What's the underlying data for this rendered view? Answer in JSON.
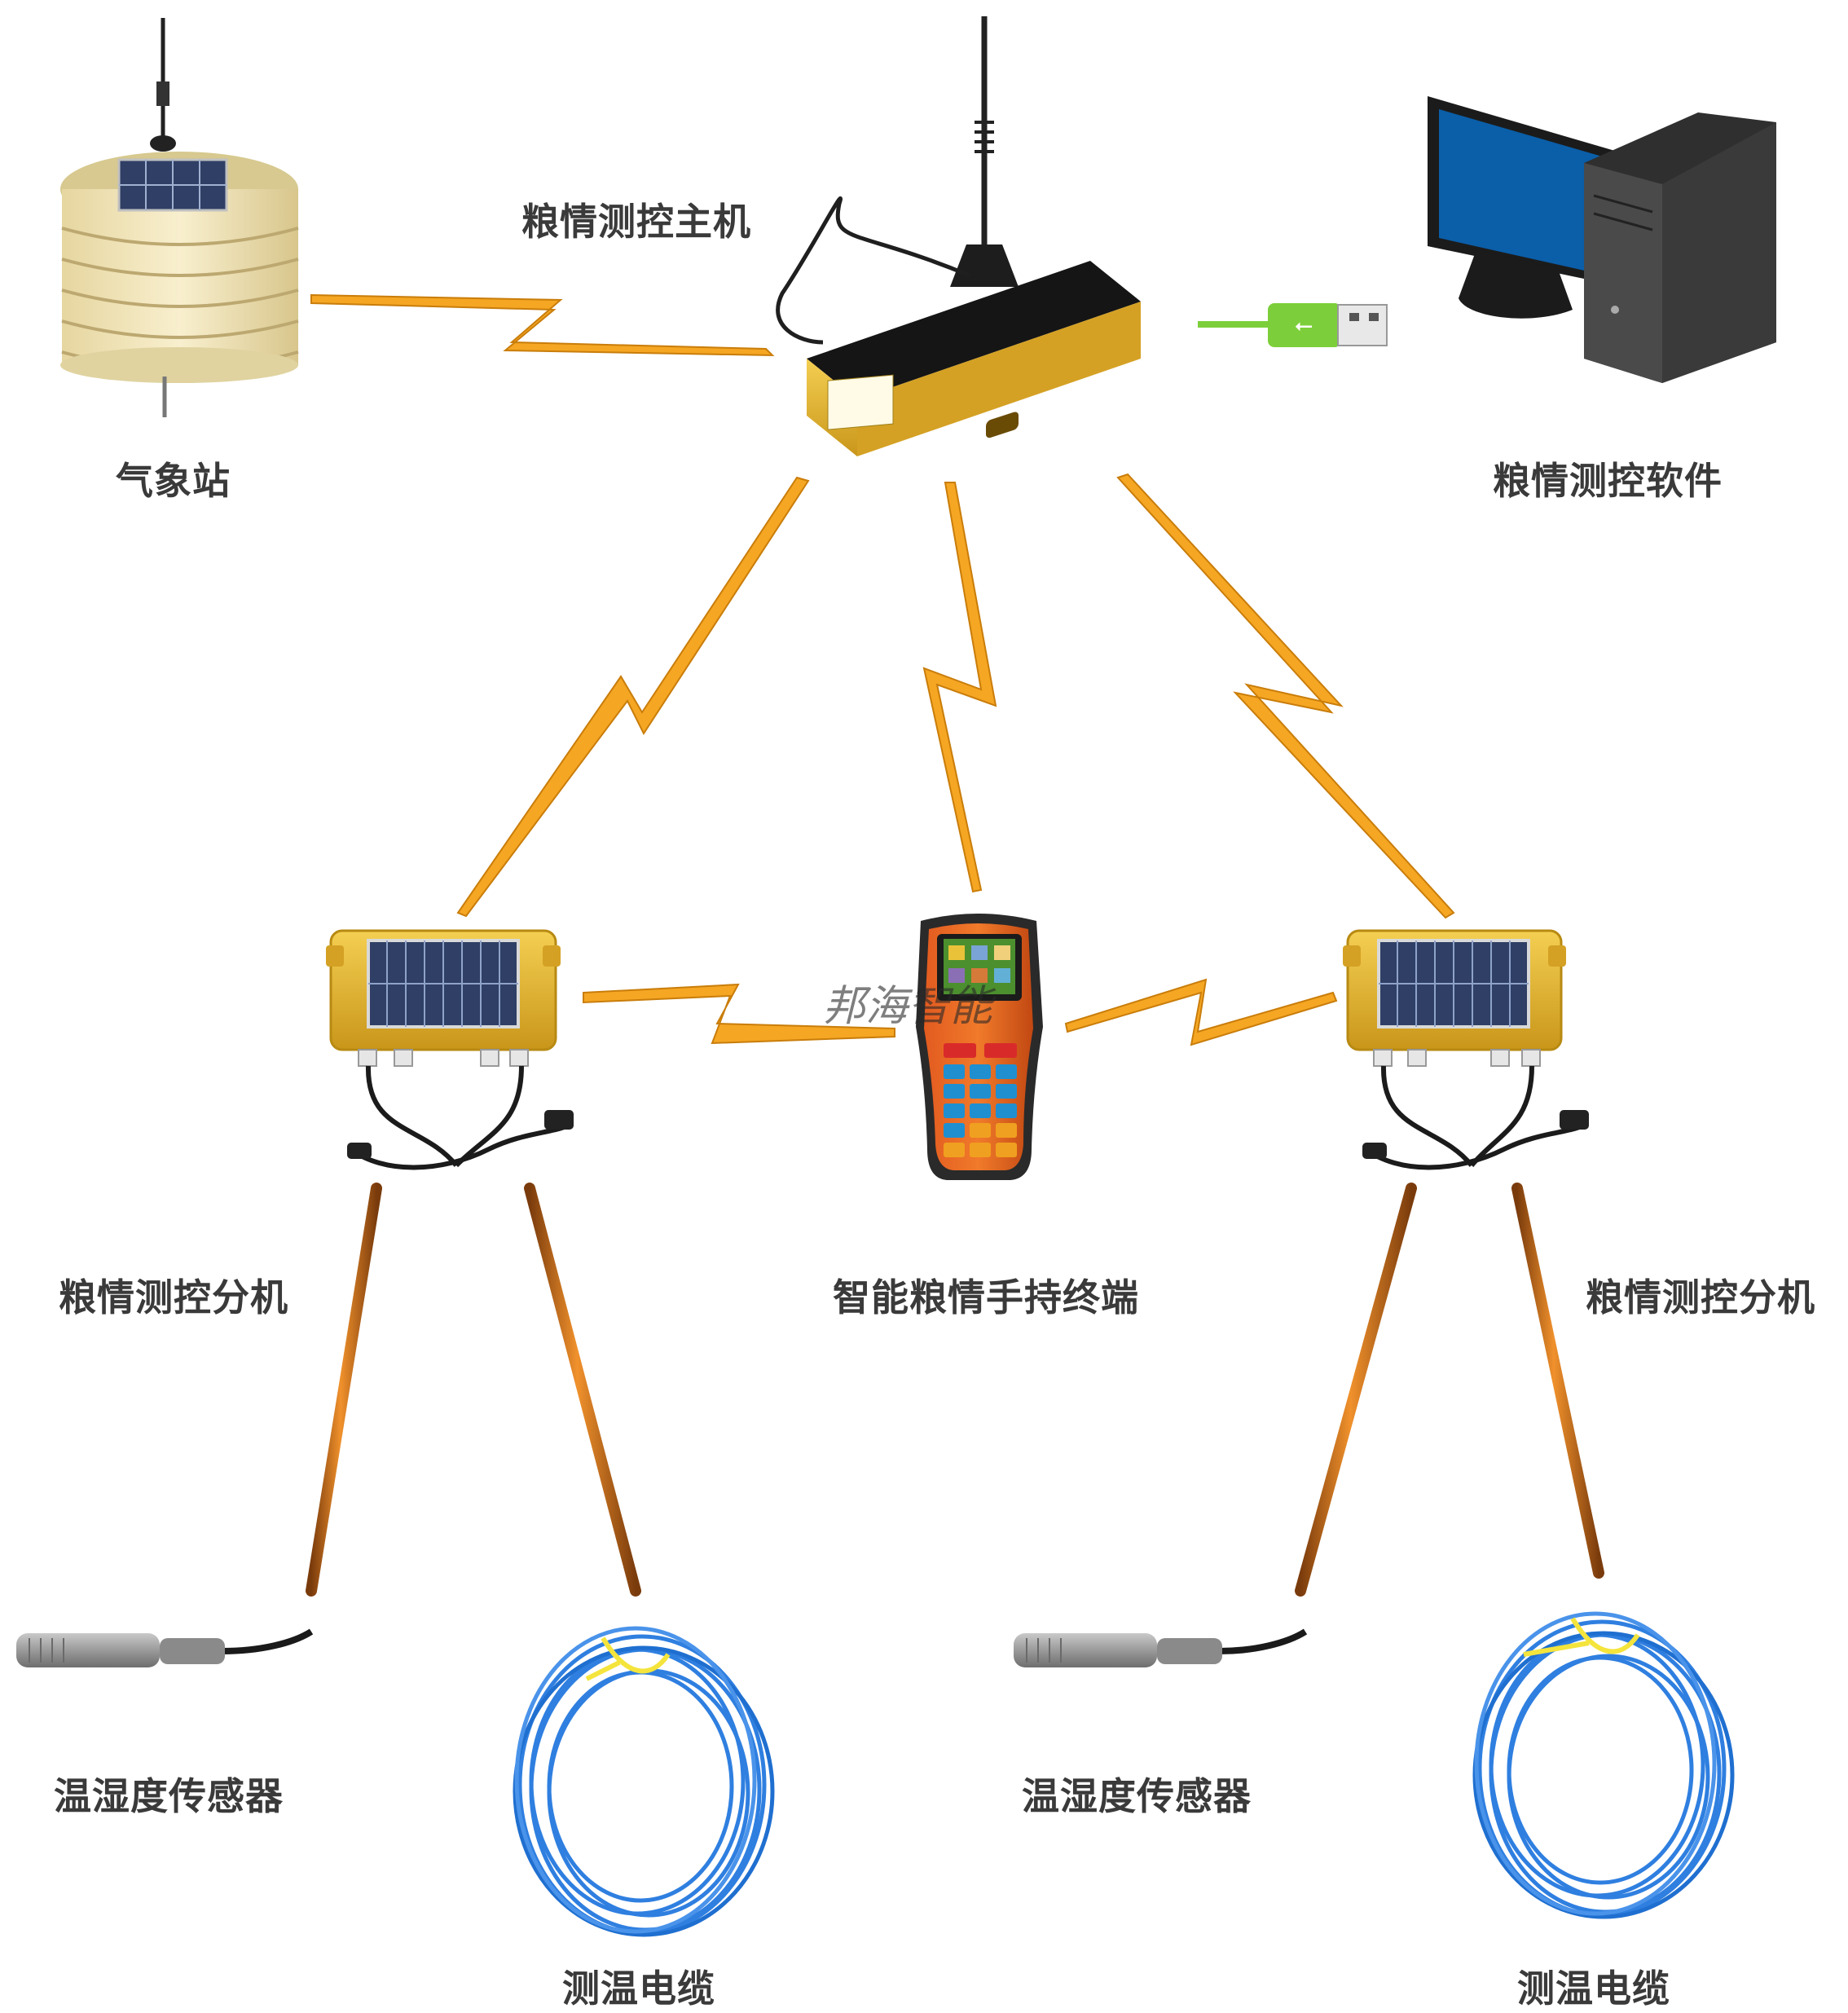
{
  "labels": {
    "weather_station": "气象站",
    "main_host": "粮情测控主机",
    "software": "粮情测控软件",
    "sub_host_left": "粮情测控分机",
    "handheld": "智能粮情手持终端",
    "sub_host_right": "粮情测控分机",
    "th_sensor_left": "温湿度传感器",
    "th_sensor_right": "温湿度传感器",
    "cable_left": "测温电缆",
    "cable_right": "测温电缆"
  },
  "watermark": "邦海智能",
  "colors": {
    "link": "#f5a623",
    "link_edge": "#c97d0a",
    "cable": "#e07a1f",
    "cable_dark": "#7a3b0c",
    "device_gold": "#e8b92b",
    "device_gold_dark": "#b88a12",
    "solar": "#2f3f66",
    "cable_blue": "#2f7fe0",
    "monitor_screen": "#0b5ea8",
    "usb": "#7ccf3a",
    "text": "#3a3a3a"
  },
  "icons": {
    "weather_station": "weather-station-icon",
    "main_host": "router-antenna-icon",
    "computer": "desktop-computer-icon",
    "usb": "usb-plug-icon",
    "sub_host": "solar-logger-icon",
    "handheld": "handheld-terminal-icon",
    "th_sensor": "probe-sensor-icon",
    "cable": "cable-coil-icon"
  }
}
